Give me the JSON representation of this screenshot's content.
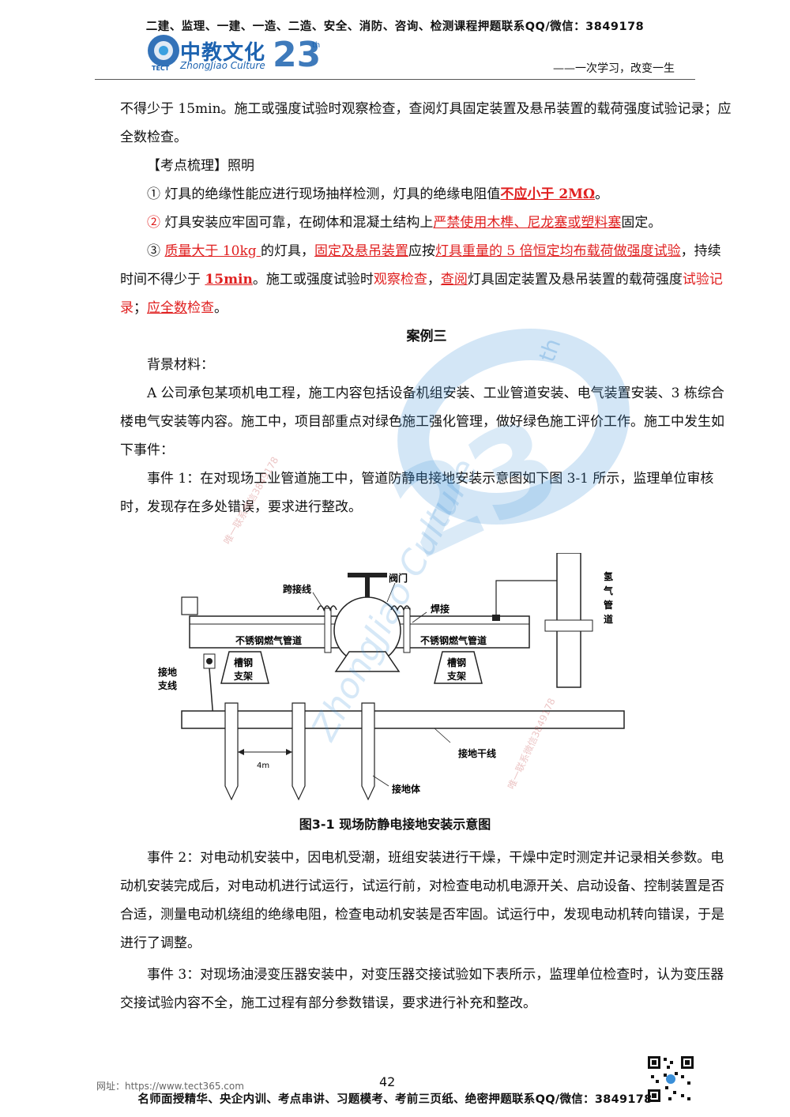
{
  "header": {
    "top": "二建、监理、一建、一造、二造、安全、消防、咨询、检测课程押题联系QQ/微信：3849178",
    "logo_cn": "中教文化",
    "logo_en": "ZhongJiao Culture",
    "logo_tect": "TECT",
    "logo_anniv": "23",
    "logo_anniv_sup": "th",
    "motto": "——一次学习，改变一生"
  },
  "content": {
    "p1": "不得少于 15min。施工或强度试验时观察检查，查阅灯具固定装置及悬吊装置的载荷强度试验记录；应全数检查。",
    "kd_heading": "【考点梳理】照明",
    "item1_a": "① 灯具的绝缘性能应进行现场抽样检测，灯具的绝缘电阻值",
    "item1_red": "不应小于 2MΩ",
    "item1_end": "。",
    "item2_num": "②",
    "item2_a": " 灯具安装应牢固可靠，在砌体和混凝土结构上",
    "item2_red": "严禁使用木榫、尼龙塞或塑料塞",
    "item2_end": "固定。",
    "item3_num": "③ ",
    "item3_r1": "质量大于 10kg ",
    "item3_t1": "的灯具，",
    "item3_r2": "固定及悬吊装置",
    "item3_t2": "应按",
    "item3_r3": "灯具重量的 5 倍恒定均布载荷做强度试验",
    "item3_t3": "，持续时间不得少于 ",
    "item3_r4": "15min",
    "item3_t4": "。施工或强度试验时",
    "item3_r5": "观察检查",
    "item3_t5": "，",
    "item3_r6": "查阅",
    "item3_t6": "灯具固定装置及悬吊装置的载荷强度",
    "item3_r7": "试验记录",
    "item3_t7": "；",
    "item3_r8": "应全数",
    "item3_r9": "检查",
    "item3_t8": "。",
    "case_title": "案例三",
    "bg_label": "背景材料：",
    "bg_text": "A 公司承包某项机电工程，施工内容包括设备机组安装、工业管道安装、电气装置安装、3 栋综合楼电气安装等内容。施工中，项目部重点对绿色施工强化管理，做好绿色施工评价工作。施工中发生如下事件：",
    "event1": "事件 1：在对现场工业管道施工中，管道防静电接地安装示意图如下图 3-1 所示，监理单位审核时，发现存在多处错误，要求进行整改。",
    "event2": "事件 2：对电动机安装中，因电机受潮，班组安装进行干燥，干燥中定时测定并记录相关参数。电动机安装完成后，对电动机进行试运行，试运行前，对检查电动机电源开关、启动设备、控制装置是否合适，测量电动机绕组的绝缘电阻，检查电动机安装是否牢固。试运行中，发现电动机转向错误，于是进行了调整。",
    "event3": "事件 3：对现场油浸变压器安装中，对变压器交接试验如下表所示，监理单位检查时，认为变压器交接试验内容不全，施工过程有部分参数错误，要求进行补充和整改。"
  },
  "figure": {
    "lbl_kuajiexian": "跨接线",
    "lbl_famen": "阀门",
    "lbl_hanjie": "焊接",
    "lbl_qing": "氢",
    "lbl_qi": "气",
    "lbl_guan": "管",
    "lbl_dao": "道",
    "lbl_pipe_left": "不锈钢燃气管道",
    "lbl_pipe_right": "不锈钢燃气管道",
    "lbl_caogang1": "槽钢",
    "lbl_zhijia1": "支架",
    "lbl_caogang2": "槽钢",
    "lbl_zhijia2": "支架",
    "lbl_jiedi": "接地",
    "lbl_zhixian": "支线",
    "lbl_4m": "4m",
    "lbl_ganxian": "接地干线",
    "lbl_jieditI": "接地体",
    "caption": "图3-1 现场防静电接地安装示意图"
  },
  "footer": {
    "page": "42",
    "url": "网址：https://www.tect365.com",
    "text": "名师面授精华、央企内训、考点串讲、习题模考、考前三页纸、绝密押题联系QQ/微信：3849178"
  },
  "watermark": {
    "en": "ZhongJiao Culture",
    "anniv": "23",
    "sup": "th",
    "contact1": "唯一联系微信3849178",
    "contact2": "唯一联系微信3849178"
  },
  "colors": {
    "red": "#e02020",
    "brand_blue": "#1d63b0"
  }
}
